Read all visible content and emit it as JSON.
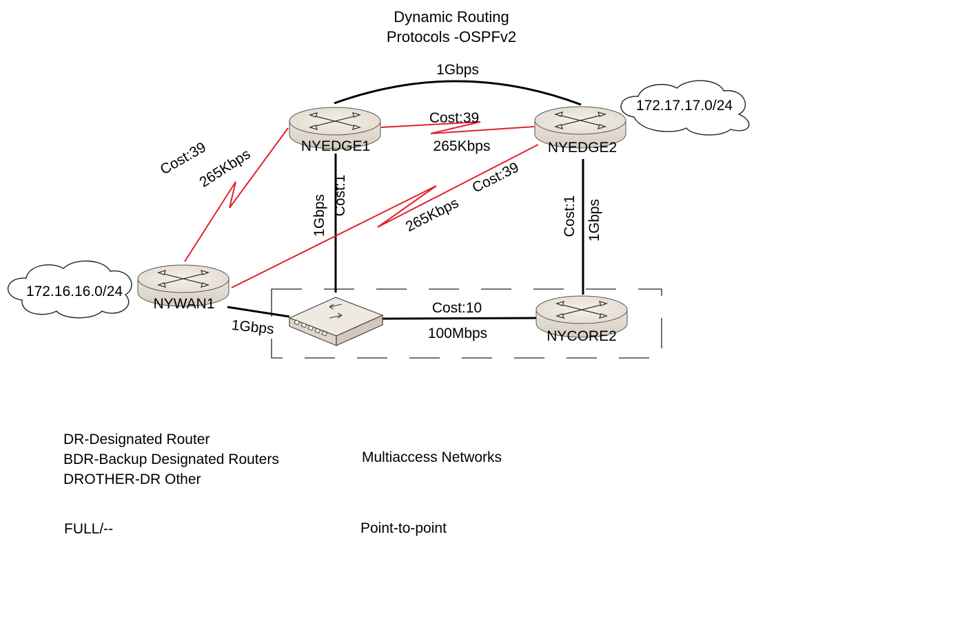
{
  "title": {
    "line1": "Dynamic Routing",
    "line2": "Protocols -OSPFv2"
  },
  "nodes": {
    "nyedge1": "NYEDGE1",
    "nyedge2": "NYEDGE2",
    "nywan1": "NYWAN1",
    "nycore2": "NYCORE2"
  },
  "networks": {
    "left": "172.16.16.0/24",
    "right": "172.17.17.0/24"
  },
  "links": {
    "top_arc": "1Gbps",
    "edge_cost": "Cost:39",
    "edge_bw": "265Kbps",
    "wan_edge1_cost": "Cost:39",
    "wan_edge1_bw": "265Kbps",
    "wan_edge2_cost": "Cost:39",
    "wan_edge2_bw": "265Kbps",
    "edge1_sw_bw": "1Gbps",
    "edge1_sw_cost": "Cost:1",
    "edge2_core_cost": "Cost:1",
    "edge2_core_bw": "1Gbps",
    "wan_sw_bw": "1Gbps",
    "sw_core_cost": "Cost:10",
    "sw_core_bw": "100Mbps"
  },
  "legend": {
    "dr": "DR-Designated Router",
    "bdr": "BDR-Backup Designated Routers",
    "drother": "DROTHER-DR Other",
    "full": "FULL/--",
    "multiaccess": "Multiaccess Networks",
    "p2p": "Point-to-point"
  },
  "colors": {
    "serial_link": "#e0202a",
    "ethernet_link": "#000000",
    "router_body": "#efe9e1"
  }
}
